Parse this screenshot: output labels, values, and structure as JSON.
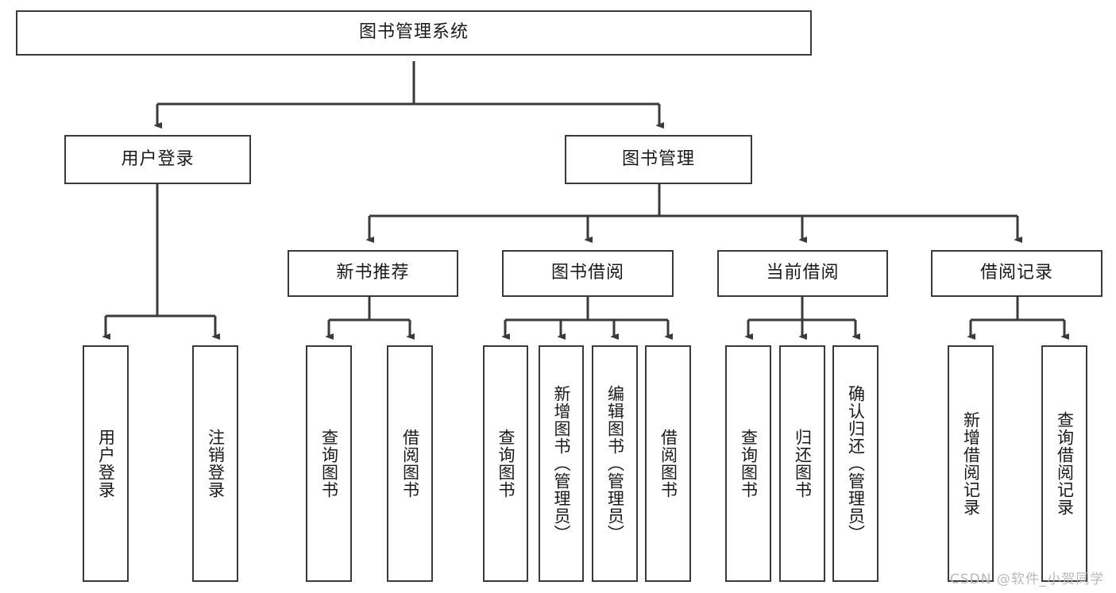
{
  "diagram": {
    "title": "图书管理系统",
    "watermark": "CSDN @软件_小贺同学",
    "edge_color": "#3a3a3a",
    "box_border_color": "#3a3a3a",
    "text_color": "#1a1a1a",
    "background": "#ffffff",
    "levels": {
      "root": {
        "label": "图书管理系统"
      },
      "level2": [
        {
          "label": "用户登录"
        },
        {
          "label": "图书管理"
        }
      ],
      "level3": [
        {
          "label": "新书推荐"
        },
        {
          "label": "图书借阅"
        },
        {
          "label": "当前借阅"
        },
        {
          "label": "借阅记录"
        }
      ],
      "level4": {
        "用户登录": [
          {
            "label": "用户登录"
          },
          {
            "label": "注销登录"
          }
        ],
        "新书推荐": [
          {
            "label": "查询图书"
          },
          {
            "label": "借阅图书"
          }
        ],
        "图书借阅": [
          {
            "label": "查询图书"
          },
          {
            "label": "新增图书（管理员）"
          },
          {
            "label": "编辑图书（管理员）"
          },
          {
            "label": "借阅图书"
          }
        ],
        "当前借阅": [
          {
            "label": "查询图书"
          },
          {
            "label": "归还图书"
          },
          {
            "label": "确认归还（管理员）"
          }
        ],
        "借阅记录": [
          {
            "label": "新增借阅记录"
          },
          {
            "label": "查询借阅记录"
          }
        ]
      }
    },
    "nodes": [
      {
        "id": "root",
        "label": "图书管理系统"
      },
      {
        "id": "l2-1",
        "label": "用户登录"
      },
      {
        "id": "l2-2",
        "label": "图书管理"
      },
      {
        "id": "l3-1",
        "label": "新书推荐"
      },
      {
        "id": "l3-2",
        "label": "图书借阅"
      },
      {
        "id": "l3-3",
        "label": "当前借阅"
      },
      {
        "id": "l3-4",
        "label": "借阅记录"
      },
      {
        "id": "l4-1-1",
        "label": "用户登录"
      },
      {
        "id": "l4-1-2",
        "label": "注销登录"
      },
      {
        "id": "l4-2-1",
        "label": "查询图书"
      },
      {
        "id": "l4-2-2",
        "label": "借阅图书"
      },
      {
        "id": "l4-3-1",
        "label": "查询图书"
      },
      {
        "id": "l4-3-2",
        "label": "新增图书（管理员）"
      },
      {
        "id": "l4-3-3",
        "label": "编辑图书（管理员）"
      },
      {
        "id": "l4-3-4",
        "label": "借阅图书"
      },
      {
        "id": "l4-4-1",
        "label": "查询图书"
      },
      {
        "id": "l4-4-2",
        "label": "归还图书"
      },
      {
        "id": "l4-4-3",
        "label": "确认归还（管理员）"
      },
      {
        "id": "l4-5-1",
        "label": "新增借阅记录"
      },
      {
        "id": "l4-5-2",
        "label": "查询借阅记录"
      }
    ]
  }
}
